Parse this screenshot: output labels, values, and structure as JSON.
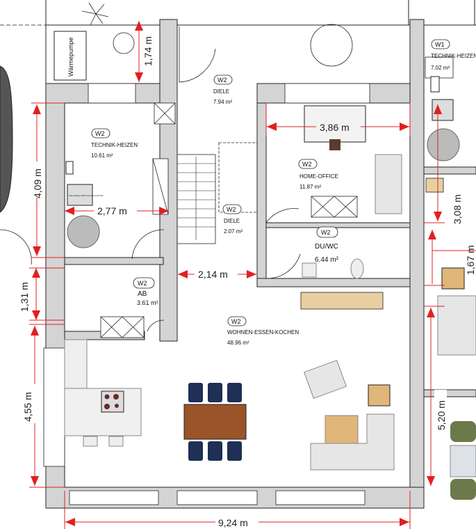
{
  "outdoor": {
    "heat_pump_label": "Wärmepumpe"
  },
  "rooms": [
    {
      "badge": "W2",
      "name": "DIELE",
      "area": "7.94 m²"
    },
    {
      "badge": "W2",
      "name": "TECHNIK-HEIZEN",
      "area": "10.61 m²"
    },
    {
      "badge": "W2",
      "name": "HOME-OFFICE",
      "area": "11.87 m²"
    },
    {
      "badge": "W2",
      "name": "DIELE",
      "area": "2.07 m²"
    },
    {
      "badge": "W2",
      "name": "DU/WC",
      "area": "6.44 m²"
    },
    {
      "badge": "W2",
      "name": "AB",
      "area": "3.61 m²"
    },
    {
      "badge": "W2",
      "name": "WOHNEN-ESSEN-KOCHEN",
      "area": "48.96 m²"
    },
    {
      "badge": "W1",
      "name": "TECHNIK-HEIZEN",
      "area": "7.02 m²"
    }
  ],
  "equipment": {
    "brine_heat_pump": "Sole-Wasser-Wärmepumpe 6-20 KW"
  },
  "dimensions": [
    "1,74 m",
    "4,09 m",
    "2,77 m",
    "1,31 m",
    "4,55 m",
    "3,86 m",
    "2,14 m",
    "9,24 m",
    "3,08 m",
    "1,67 m",
    "5,20 m"
  ],
  "colors": {
    "dimension": "#e02020",
    "wall": "#d4d4d4",
    "chair": "#1f2f55",
    "table": "#9a5428",
    "wood": "#e8cfa0"
  }
}
